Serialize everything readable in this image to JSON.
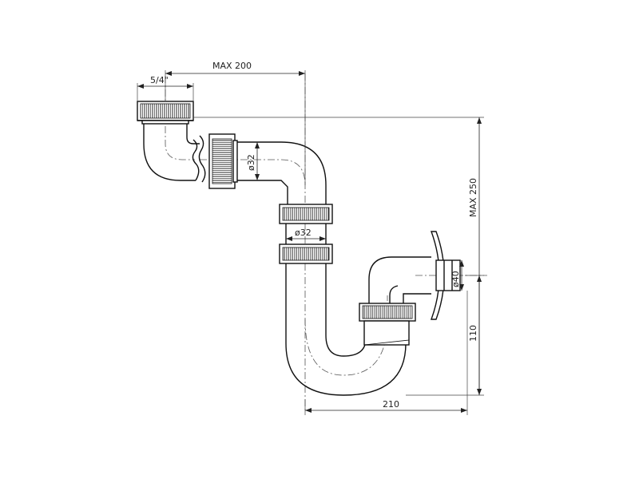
{
  "drawing": {
    "dimensions": {
      "max_width": "MAX 200",
      "thread_size": "5/4\"",
      "inlet_diameter": "ø32",
      "mid_diameter": "ø32",
      "outlet_diameter": "ø40",
      "max_height": "MAX 250",
      "outlet_height": "110",
      "outlet_offset": "210"
    }
  }
}
